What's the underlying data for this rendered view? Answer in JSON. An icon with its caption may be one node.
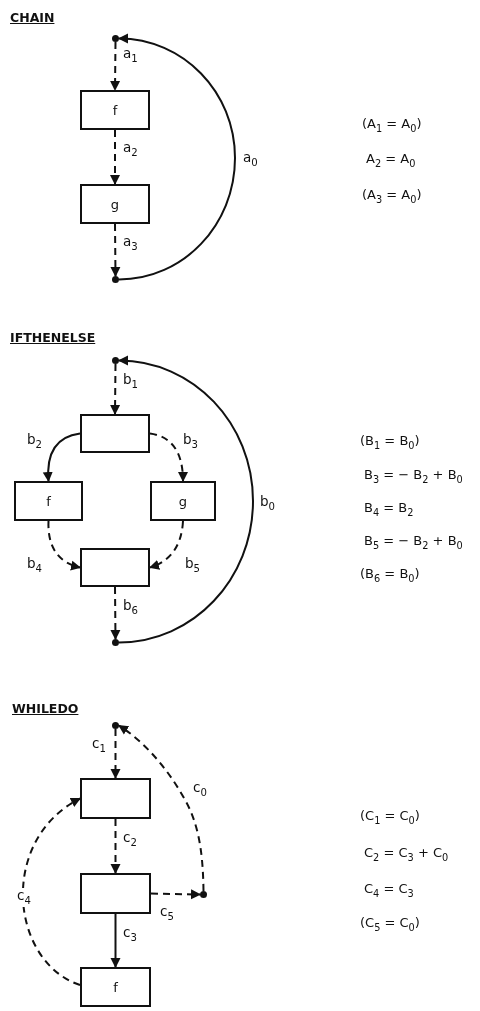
{
  "diagram": {
    "nodes": [
      {
        "text": [],
        "shape": "circle"
      },
      {
        "text": [
          "f"
        ]
      },
      {
        "text": [
          "g"
        ]
      },
      {
        "text": [],
        "shape": "circle"
      },
      {
        "text": [],
        "shape": "circle"
      },
      {
        "text": [],
        "shape": "box"
      },
      {
        "text": [
          "f"
        ]
      },
      {
        "text": [
          "g"
        ]
      },
      {
        "text": [],
        "shape": "box"
      },
      {
        "text": [],
        "shape": "circle"
      },
      {
        "text": [],
        "shape": "circle"
      },
      {
        "text": [],
        "shape": "box"
      },
      {
        "text": [],
        "shape": "box"
      },
      {
        "text": [
          "f"
        ]
      },
      {
        "text": [],
        "shape": "circle"
      }
    ],
    "edges": [
      {
        "from": 0,
        "to": 1,
        "arrow": "to",
        "style": "dashed",
        "label": "a$_{1}$"
      },
      {
        "from": 1,
        "to": 2,
        "arrow": "to",
        "style": "dashed",
        "label": "a$_{2}$"
      },
      {
        "from": 2,
        "to": 3,
        "arrow": "to",
        "style": "dashed",
        "label": "a$_{3}$"
      },
      {
        "from": 3,
        "to": 0,
        "arrow": "to",
        "label": "a$_{0}$"
      },
      {
        "from": 4,
        "to": 5,
        "arrow": "to",
        "style": "dashed",
        "label": "b$_{1}$"
      },
      {
        "from": 5,
        "to": 6,
        "arrow": "to",
        "label": "b$_{2}$"
      },
      {
        "from": 5,
        "to": 7,
        "arrow": "to",
        "style": "dashed",
        "label": "b$_{3}$"
      },
      {
        "from": 6,
        "to": 8,
        "arrow": "to",
        "style": "dashed",
        "label": "b$_{4}$"
      },
      {
        "from": 7,
        "to": 8,
        "arrow": "to",
        "style": "dashed",
        "label": "b$_{5}$"
      },
      {
        "from": 8,
        "to": 9,
        "arrow": "to",
        "style": "dashed",
        "label": "b$_{6}$"
      },
      {
        "from": 9,
        "to": 4,
        "arrow": "to",
        "label": "b$_{0}$"
      },
      {
        "from": 10,
        "to": 11,
        "arrow": "to",
        "style": "dashed",
        "label": "c$_{1}$"
      },
      {
        "from": 11,
        "to": 12,
        "arrow": "to",
        "style": "dashed",
        "label": "c$_{2}$"
      },
      {
        "from": 12,
        "to": 13,
        "arrow": "to",
        "label": "c$_{3}$"
      },
      {
        "from": 12,
        "to": 14,
        "arrow": "to",
        "style": "dashed",
        "label": "c$_{5}$"
      },
      {
        "from": 14,
        "to": 10,
        "arrow": "to",
        "style": "dashed",
        "label": "c$_{0}$"
      },
      {
        "from": 13,
        "to": 11,
        "arrow": "to",
        "style": "dashed",
        "label": "c$_{4}$"
      }
    ],
    "labels": [
      "CHAIN",
      "(A$_{1}$ = A$_{0}$)",
      "A$_{2}$ = A$_{0}$",
      "(A$_{3}$ = A$_{0}$)",
      "IFTHENELSE",
      "(B$_{1}$ = B$_{0}$)",
      "B$_{3}$ = − B$_{2}$ + B$_{0}$",
      "B$_{4}$ = B$_{2}$",
      "B$_{5}$ = − B$_{2}$ + B$_{0}$",
      "(B$_{6}$ = B$_{0}$)",
      "WHILEDO",
      "(C$_{1}$ = C$_{0}$)",
      "C$_{2}$ = C$_{3}$ + C$_{0}$",
      "C$_{4}$ = C$_{3}$",
      "(C$_{5}$ = C$_{0}$)"
    ]
  }
}
